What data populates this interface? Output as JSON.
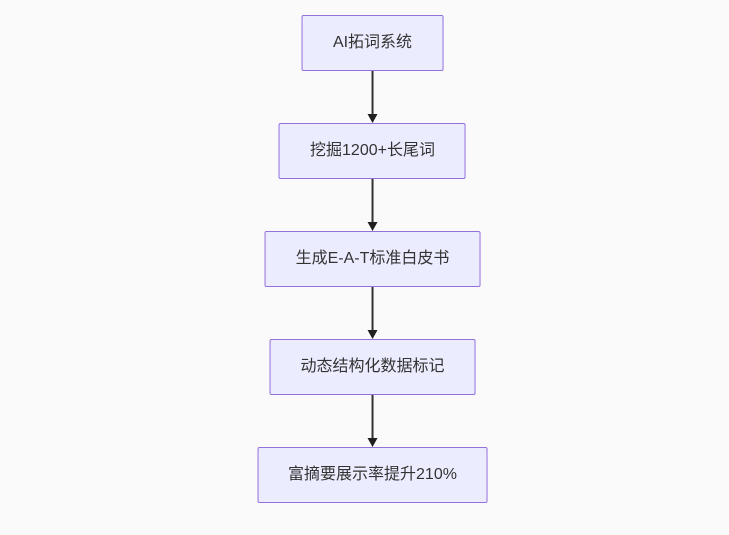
{
  "diagram": {
    "type": "flowchart",
    "direction": "top-down",
    "nodes": [
      {
        "id": "n1",
        "label": "AI拓词系统"
      },
      {
        "id": "n2",
        "label": "挖掘1200+长尾词"
      },
      {
        "id": "n3",
        "label": "生成E-A-T标准白皮书"
      },
      {
        "id": "n4",
        "label": "动态结构化数据标记"
      },
      {
        "id": "n5",
        "label": "富摘要展示率提升210%"
      }
    ],
    "edges": [
      {
        "from": "n1",
        "to": "n2",
        "arrow": "down"
      },
      {
        "from": "n2",
        "to": "n3",
        "arrow": "down"
      },
      {
        "from": "n3",
        "to": "n4",
        "arrow": "down"
      },
      {
        "from": "n4",
        "to": "n5",
        "arrow": "down"
      }
    ],
    "colors": {
      "background": "#fafafa",
      "node_fill": "#ECECFF",
      "node_border": "#9370DB",
      "node_text": "#333333",
      "edge_line": "#333333",
      "arrowhead": "#1f1f1f"
    }
  }
}
